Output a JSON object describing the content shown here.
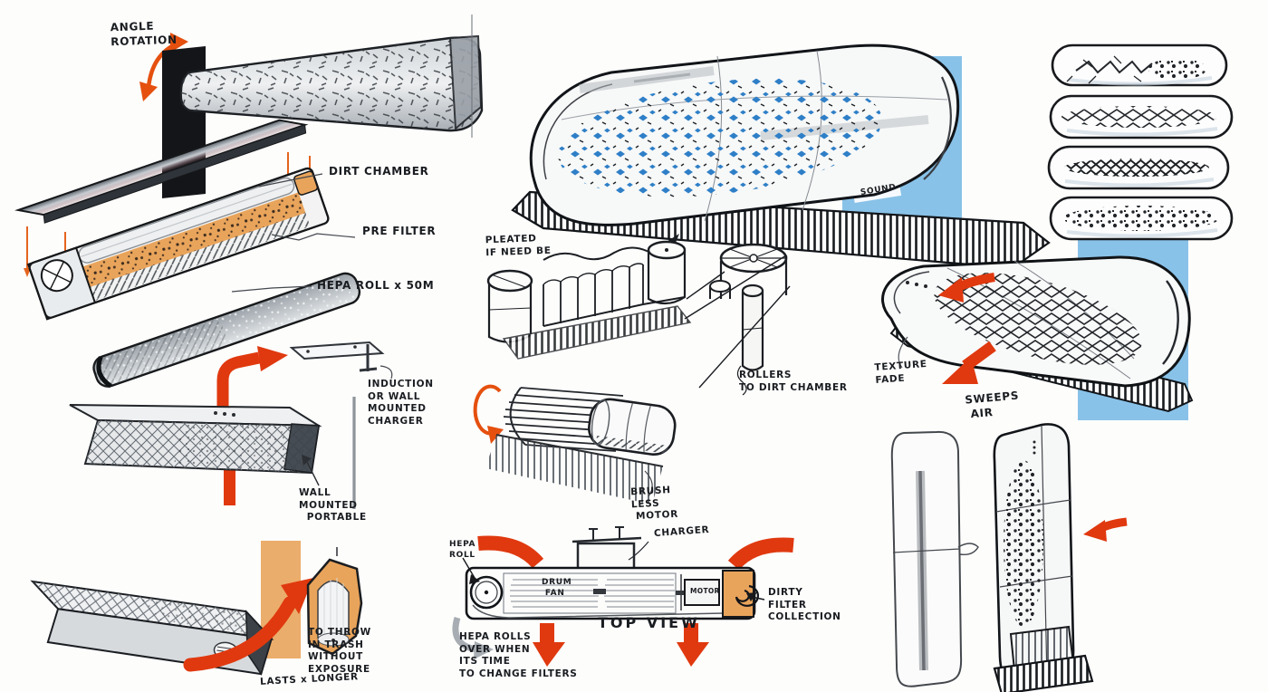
{
  "sheet": {
    "type": "industrial-design-concept-sketch-sheet",
    "subject": "air purifier / filter product ideation"
  },
  "labels": {
    "angle_rotation": "ANGLE\nROTATION",
    "dirt_chamber": "DIRT CHAMBER",
    "pre_filter": "PRE FILTER",
    "hepa_roll_50m": "HEPA ROLL x 50M",
    "induction_charger": "INDUCTION\nOR WALL\nMOUNTED\nCHARGER",
    "wall_mounted_portable": "WALL\nMOUNTED\n  PORTABLE",
    "pleated": "PLEATED\nIF NEED BE",
    "rollers_to_dirt": "ROLLERS\nTO DIRT CHAMBER",
    "brushless_motor": "BRUSH\nLESS\n MOTOR",
    "sound": "SOUND",
    "texture_fade": "TEXTURE\nFADE",
    "sweeps_air": "SWEEPS\n AIR",
    "hepa_roll_small": "HEPA\nROLL",
    "charger": "CHARGER",
    "drum_fan": "DRUM\n FAN",
    "motor": "MOTOR",
    "dirty_filter_collection": "DIRTY\nFILTER\nCOLLECTION",
    "top_view": "TOP VIEW",
    "hepa_rolls_over": "HEPA ROLLS\nOVER WHEN\nITS TIME\nTO CHANGE FILTERS",
    "to_throw_in_trash": "TO THROW\nIN TRASH\nWITHOUT\nEXPOSURE",
    "lasts_longer": "LASTS x LONGER"
  },
  "colors": {
    "ink": "#1b1e22",
    "arrow_red": "#e0390f",
    "arrow_orange": "#e5500f",
    "marker_orange": "#e9a45b",
    "marker_blue": "#7fbde6",
    "dot_blue": "#2e7fc7",
    "marker_grey": "#b3b9bf"
  }
}
